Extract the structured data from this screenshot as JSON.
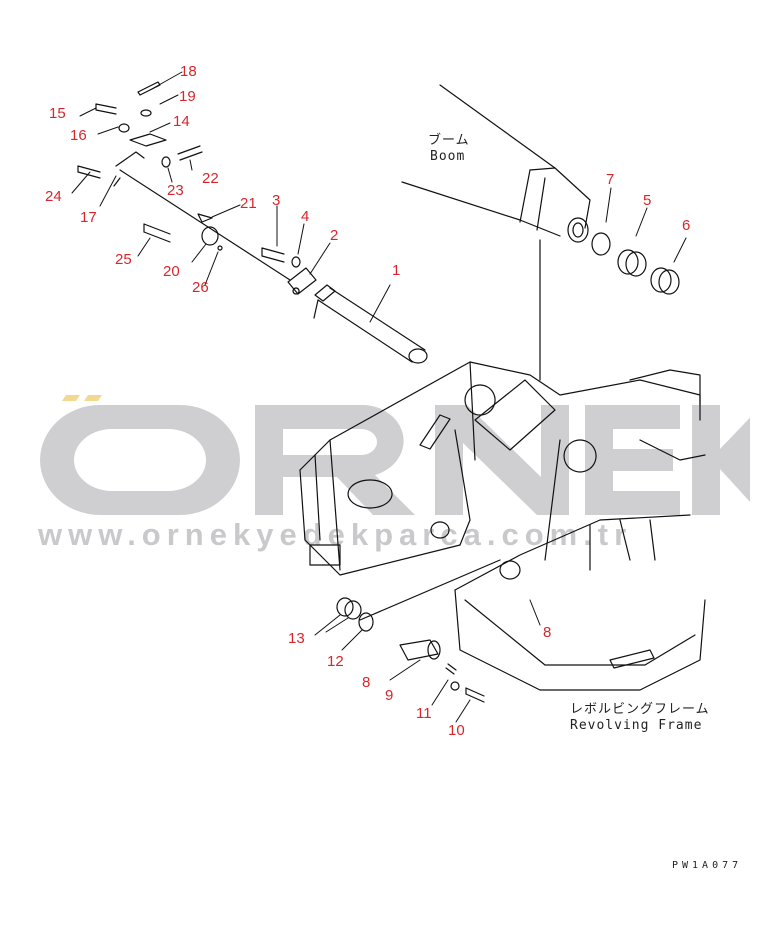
{
  "diagram": {
    "parts": [
      {
        "no": "1"
      },
      {
        "no": "2"
      },
      {
        "no": "3"
      },
      {
        "no": "4"
      },
      {
        "no": "5"
      },
      {
        "no": "6"
      },
      {
        "no": "7"
      },
      {
        "no": "8"
      },
      {
        "no": "8"
      },
      {
        "no": "9"
      },
      {
        "no": "10"
      },
      {
        "no": "11"
      },
      {
        "no": "12"
      },
      {
        "no": "13"
      },
      {
        "no": "14"
      },
      {
        "no": "15"
      },
      {
        "no": "16"
      },
      {
        "no": "17"
      },
      {
        "no": "18"
      },
      {
        "no": "19"
      },
      {
        "no": "20"
      },
      {
        "no": "21"
      },
      {
        "no": "22"
      },
      {
        "no": "23"
      },
      {
        "no": "24"
      },
      {
        "no": "25"
      },
      {
        "no": "26"
      }
    ],
    "boom_label_jp": "ブーム",
    "boom_label_en": "Boom",
    "frame_label_jp": "レボルビングフレーム",
    "frame_label_en": "Revolving Frame",
    "drawing_code": "PW1A077"
  },
  "watermark": {
    "brand": "ÖRNEK",
    "url": "www.ornekyedekparca.com.tr",
    "color": "#c8c8cb",
    "accent": "#f3dc9a"
  },
  "colors": {
    "callout": "#d8262c",
    "line": "#111111"
  }
}
